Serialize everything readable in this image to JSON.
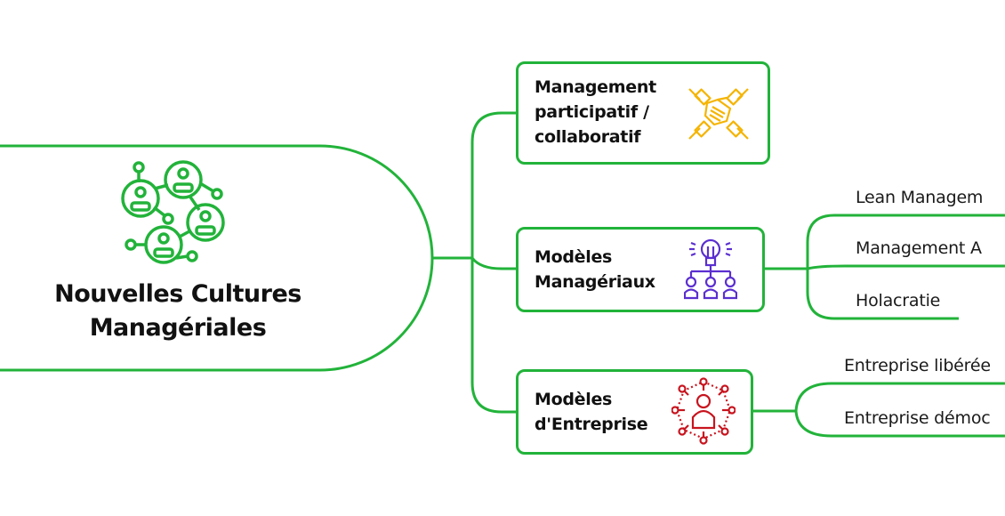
{
  "root": {
    "title_line1": "Nouvelles Cultures",
    "title_line2": "Managériales",
    "icon": "people-network-icon"
  },
  "branches": [
    {
      "label_lines": [
        "Management",
        "participatif /",
        "collaboratif"
      ],
      "icon": "handshake-hands-icon",
      "icon_color": "#f5b400",
      "children": []
    },
    {
      "label_lines": [
        "Modèles",
        "Managériaux"
      ],
      "icon": "lightbulb-team-icon",
      "icon_color": "#5b2fd0",
      "children": [
        "Lean Managem",
        "Management A",
        "Holacratie"
      ]
    },
    {
      "label_lines": [
        "Modèles",
        "d'Entreprise"
      ],
      "icon": "person-network-icon",
      "icon_color": "#c8141e",
      "children": [
        "Entreprise libérée",
        "Entreprise démoc"
      ]
    }
  ],
  "colors": {
    "connector": "#22b33a",
    "root_icon": "#22b33a",
    "text": "#111111"
  }
}
